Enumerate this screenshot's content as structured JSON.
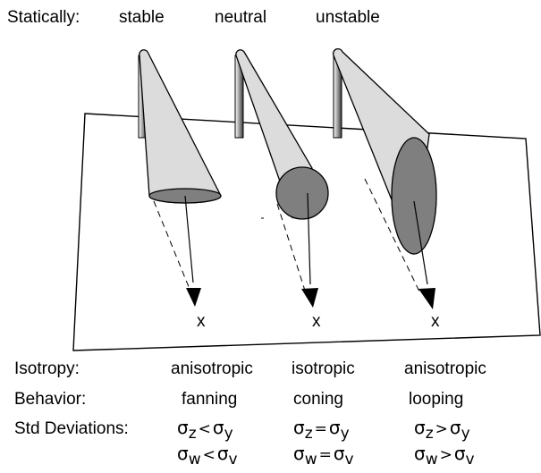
{
  "heading": {
    "label": "Statically:",
    "stable": "stable",
    "neutral": "neutral",
    "unstable": "unstable"
  },
  "axis_marker": "x",
  "rows": {
    "isotropy": {
      "label": "Isotropy:",
      "stable": "anisotropic",
      "neutral": "isotropic",
      "unstable": "anisotropic"
    },
    "behavior": {
      "label": "Behavior:",
      "stable": "fanning",
      "neutral": "coning",
      "unstable": "looping"
    },
    "std": {
      "label": "Std Deviations:",
      "sigma": "σ",
      "stable": {
        "line1": {
          "sub1": "z",
          "op": "<",
          "sub2": "y"
        },
        "line2": {
          "sub1": "w",
          "op": "<",
          "sub2": "v"
        }
      },
      "neutral": {
        "line1": {
          "sub1": "z",
          "op": "=",
          "sub2": "y"
        },
        "line2": {
          "sub1": "w",
          "op": "=",
          "sub2": "v"
        }
      },
      "unstable": {
        "line1": {
          "sub1": "z",
          "op": ">",
          "sub2": "y"
        },
        "line2": {
          "sub1": "w",
          "op": ">",
          "sub2": "v"
        }
      }
    }
  },
  "colors": {
    "plume_fill": "#dcdcdc",
    "cross_section_fill": "#7f7f7f",
    "line": "#000000"
  }
}
